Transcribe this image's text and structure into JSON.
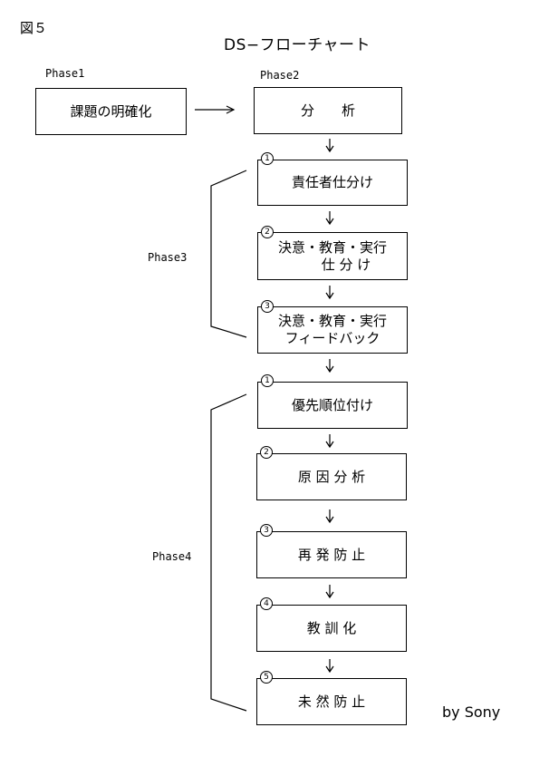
{
  "figure_label": "図５",
  "title": "DS−フローチャート",
  "phases": {
    "phase1": "Phase1",
    "phase2": "Phase2",
    "phase3": "Phase3",
    "phase4": "Phase4"
  },
  "boxes": {
    "clarify": "課題の明確化",
    "analysis": "分　　析",
    "p3_1": "責任者仕分け",
    "p3_2": "決意・教育・実行\n　　仕 分 け",
    "p3_3": "決意・教育・実行\nフィードバック",
    "p4_1": "優先順位付け",
    "p4_2": "原 因 分 析",
    "p4_3": "再 発 防 止",
    "p4_4": "教 訓 化",
    "p4_5": "未 然 防 止"
  },
  "numbers": {
    "p3_1": "1",
    "p3_2": "2",
    "p3_3": "3",
    "p4_1": "1",
    "p4_2": "2",
    "p4_3": "3",
    "p4_4": "4",
    "p4_5": "5"
  },
  "footer": "by Sony"
}
